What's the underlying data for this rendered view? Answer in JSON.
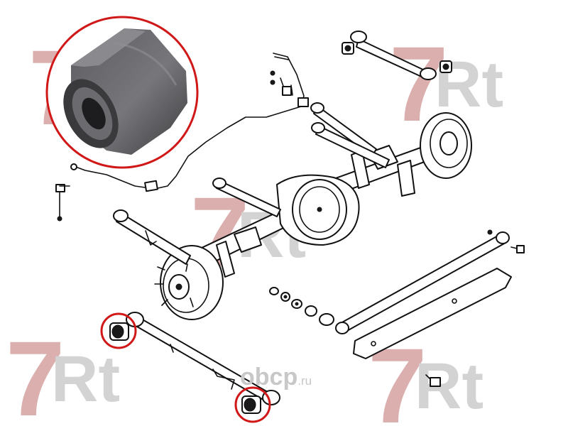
{
  "watermark": {
    "brand": "7Rt",
    "number": "7",
    "letters": "Rt",
    "color_seven": "#d9a7a7",
    "color_letters": "#cfcfcf"
  },
  "logo": {
    "name": "obcp",
    "domain": ".ru"
  },
  "highlight": {
    "circle_color": "#d01818"
  }
}
